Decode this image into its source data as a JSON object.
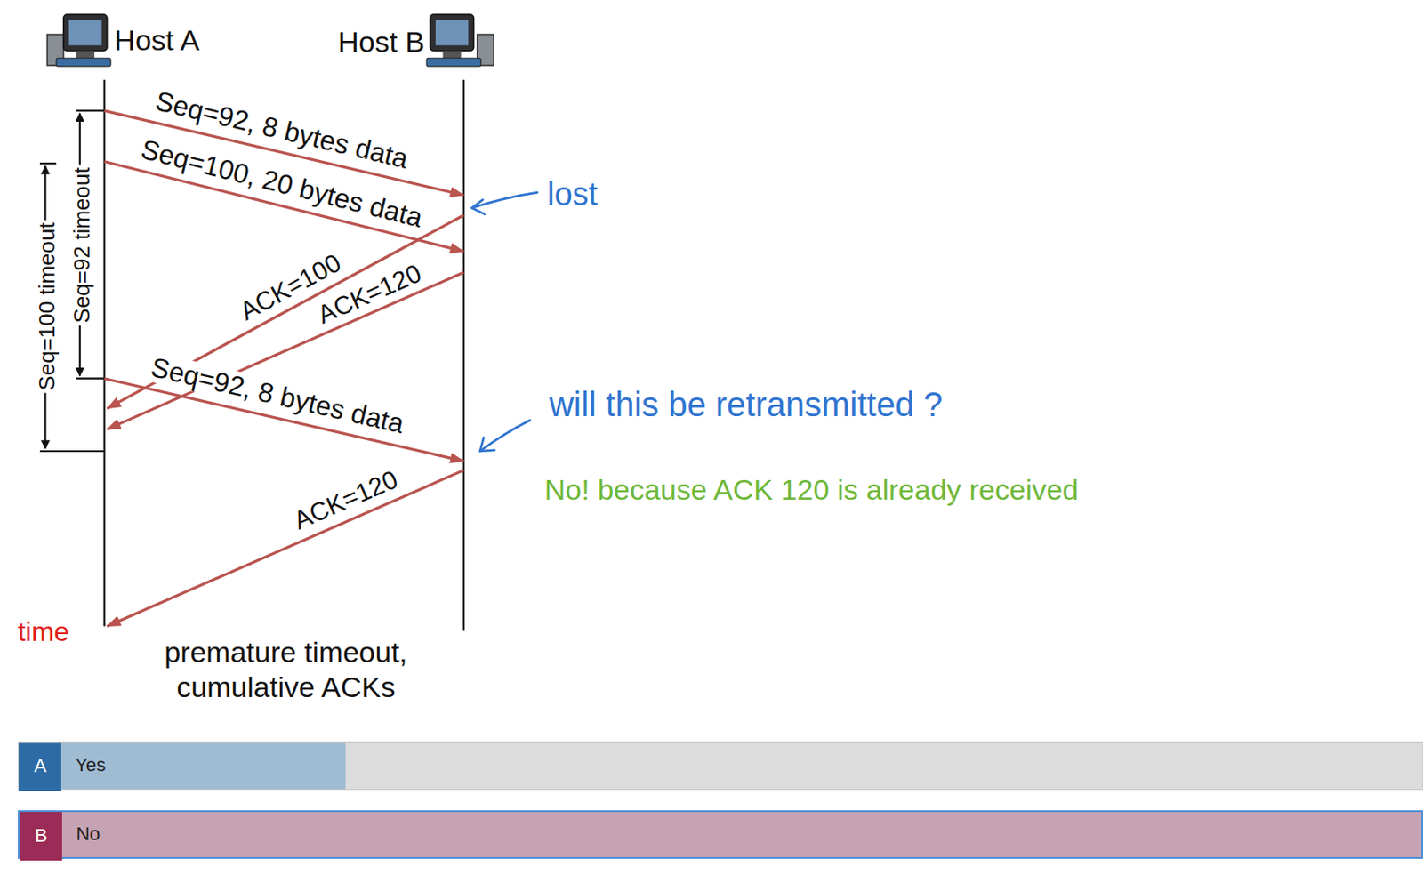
{
  "diagram": {
    "caption": "premature timeout, cumulative ACKs",
    "nodes": [
      {
        "text": [
          "Yes"
        ]
      },
      {
        "text": [
          "A"
        ],
        "in": 0
      },
      {
        "text": [
          "No"
        ]
      },
      {
        "text": [
          "B"
        ],
        "in": 2
      }
    ],
    "labels": [
      "Host A",
      "Host B",
      "Seq=92, 8 bytes data",
      "Seq=100, 20 bytes data",
      "ACK=100",
      "ACK=120",
      "Seq=92, 8 bytes data",
      "ACK=120",
      "Seq=92 timeout",
      "Seq=100 timeout",
      "time",
      "lost",
      "will this be retransmitted ?",
      "No! because ACK 120 is already received"
    ]
  }
}
